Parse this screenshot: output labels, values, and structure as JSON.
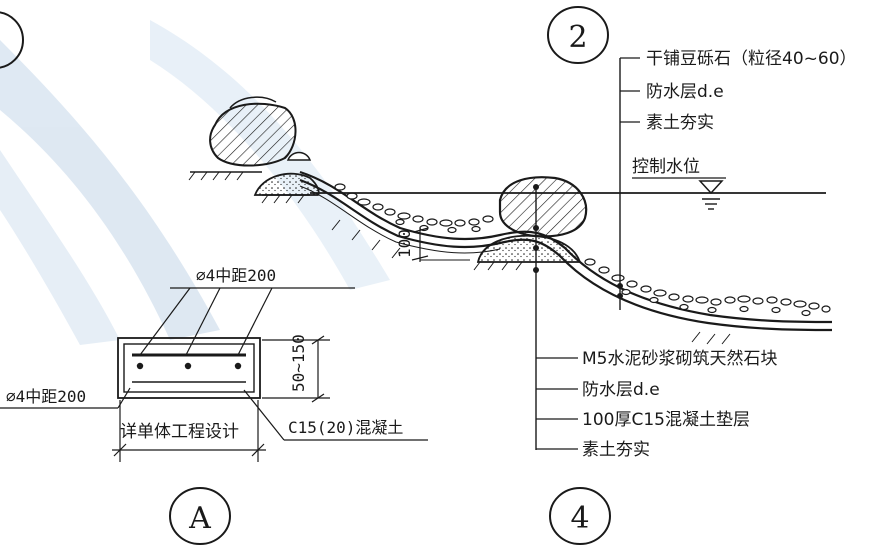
{
  "markers": {
    "left_partial": "",
    "detail_2": "2",
    "detail_a": "A",
    "detail_4": "4"
  },
  "callouts_top": {
    "gravel": "干铺豆砾石（粒径40~60）",
    "waterproof": "防水层d.e",
    "soil": "素土夯实"
  },
  "water_level": "控制水位",
  "callouts_bottom": {
    "masonry": "M5水泥砂浆砌筑天然石块",
    "waterproof": "防水层d.e",
    "cushion": "100厚C15混凝土垫层",
    "soil": "素土夯实"
  },
  "dimensions": {
    "thickness_100": "100",
    "depth": "50~150"
  },
  "section_a": {
    "rebar_top": "⌀4中距200",
    "rebar_left": "⌀4中距200",
    "design_note": "详单体工程设计",
    "concrete": "C15(20)混凝土"
  }
}
